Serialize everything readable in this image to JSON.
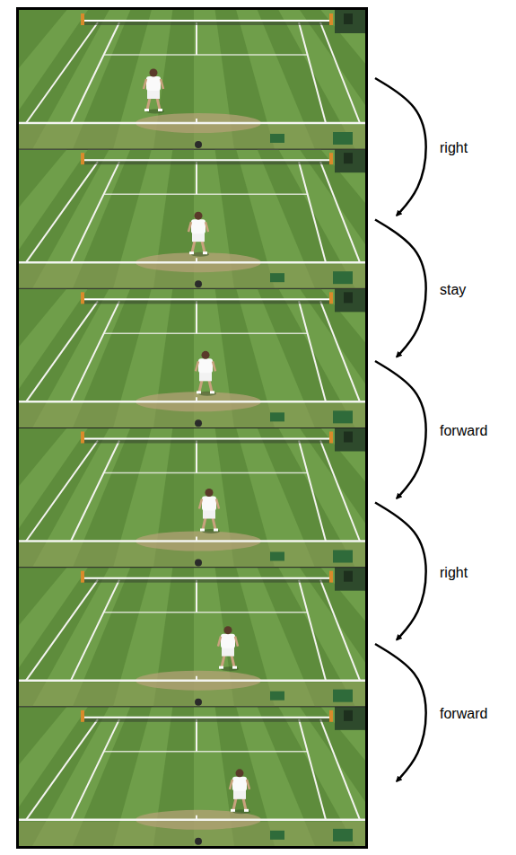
{
  "diagram": {
    "labels": [
      "right",
      "stay",
      "forward",
      "right",
      "forward"
    ]
  }
}
